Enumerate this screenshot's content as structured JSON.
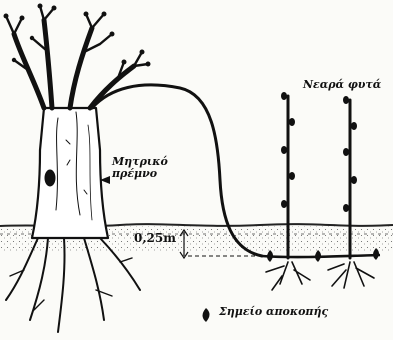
{
  "labels": {
    "young_plants": "Νεαρά φυτά",
    "mother_plant_line1": "Μητρικό",
    "mother_plant_line2": "πρέμνο",
    "depth": "0,25m",
    "cut_point": "Σημείο αποκοπής"
  },
  "icons": {
    "cut_marker": "leaf-shaped-cut-marker"
  },
  "colors": {
    "ink": "#111111",
    "background": "#fbfbf8"
  }
}
